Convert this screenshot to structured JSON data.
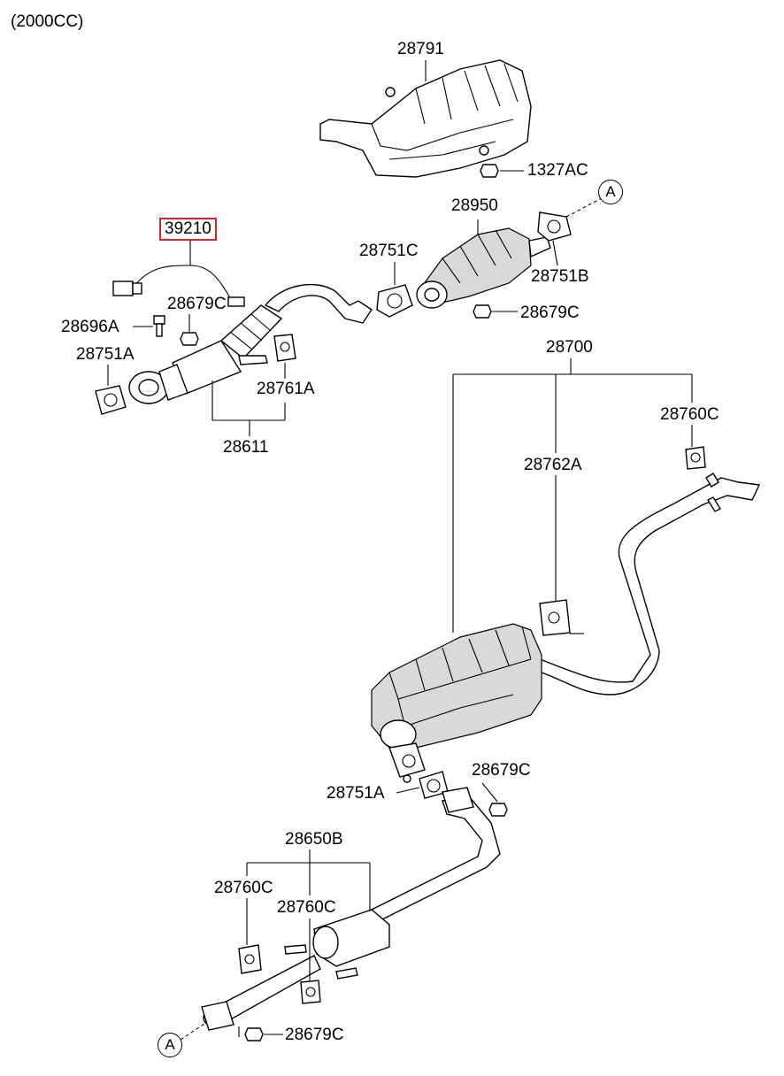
{
  "header": {
    "engine": "(2000CC)"
  },
  "callouts": {
    "c28791": "28791",
    "c1327AC": "1327AC",
    "cA_top": "A",
    "c28950": "28950",
    "c39210": "39210",
    "c28751C": "28751C",
    "c28751B": "28751B",
    "c28679C_a": "28679C",
    "c28696A": "28696A",
    "c28679C_b": "28679C",
    "c28751A_a": "28751A",
    "c28761A": "28761A",
    "c28611": "28611",
    "c28700": "28700",
    "c28760C_a": "28760C",
    "c28762A": "28762A",
    "c28679C_c": "28679C",
    "c28751A_b": "28751A",
    "c28650B": "28650B",
    "c28760C_b": "28760C",
    "c28760C_c": "28760C",
    "c28679C_d": "28679C",
    "cA_bottom": "A"
  },
  "highlight": {
    "color": "#e02020",
    "part": "39210"
  }
}
